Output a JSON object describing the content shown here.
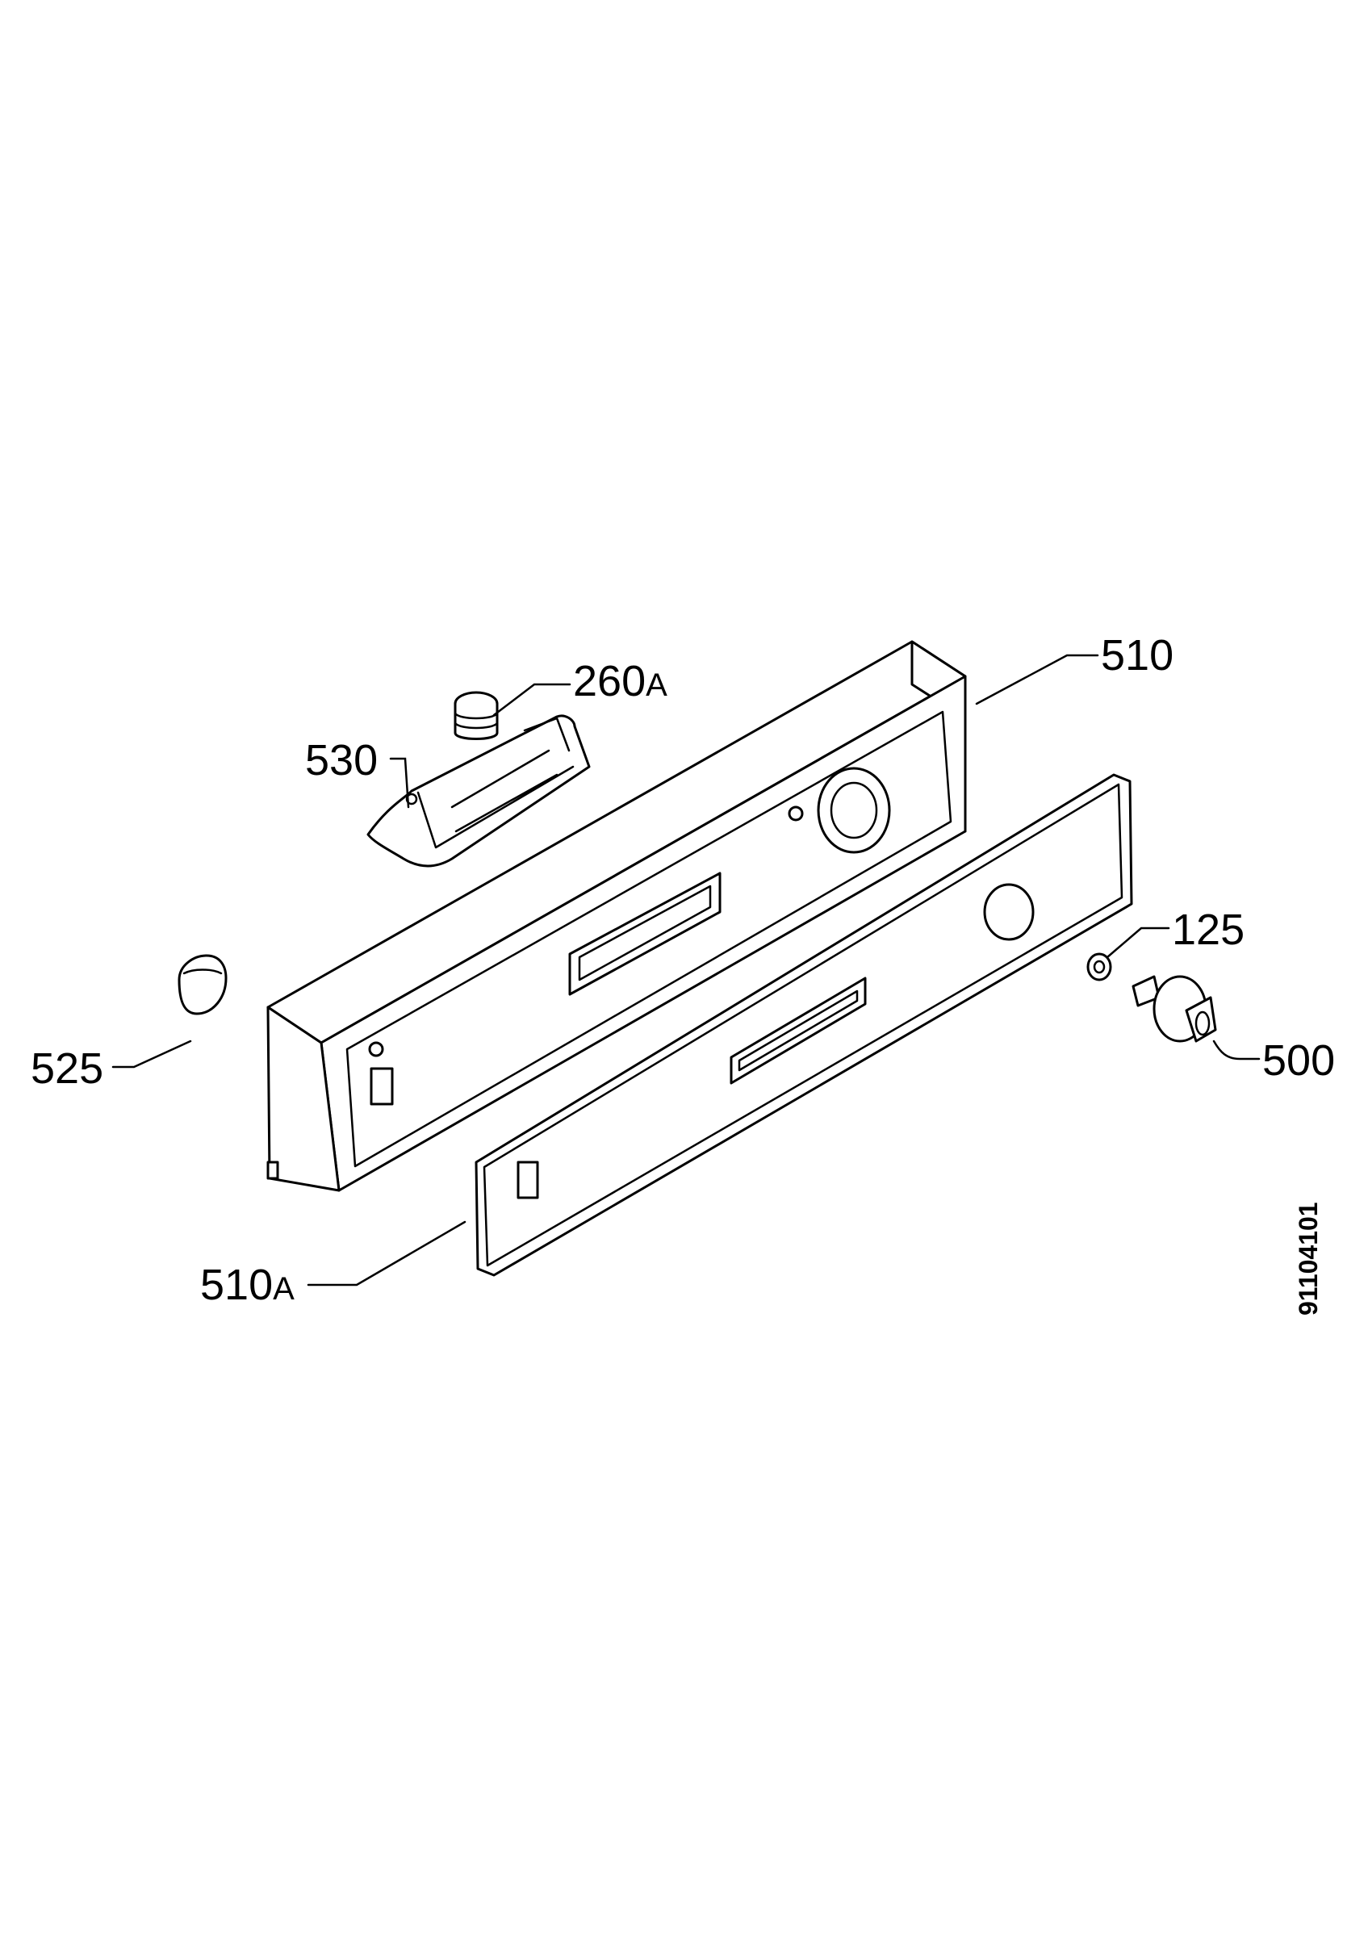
{
  "document_number": "91104101",
  "labels": {
    "l510": "510",
    "l260a_num": "260",
    "l260a_suffix": "A",
    "l530": "530",
    "l125": "125",
    "l525": "525",
    "l500": "500",
    "l510a_num": "510",
    "l510a_suffix": "A"
  }
}
